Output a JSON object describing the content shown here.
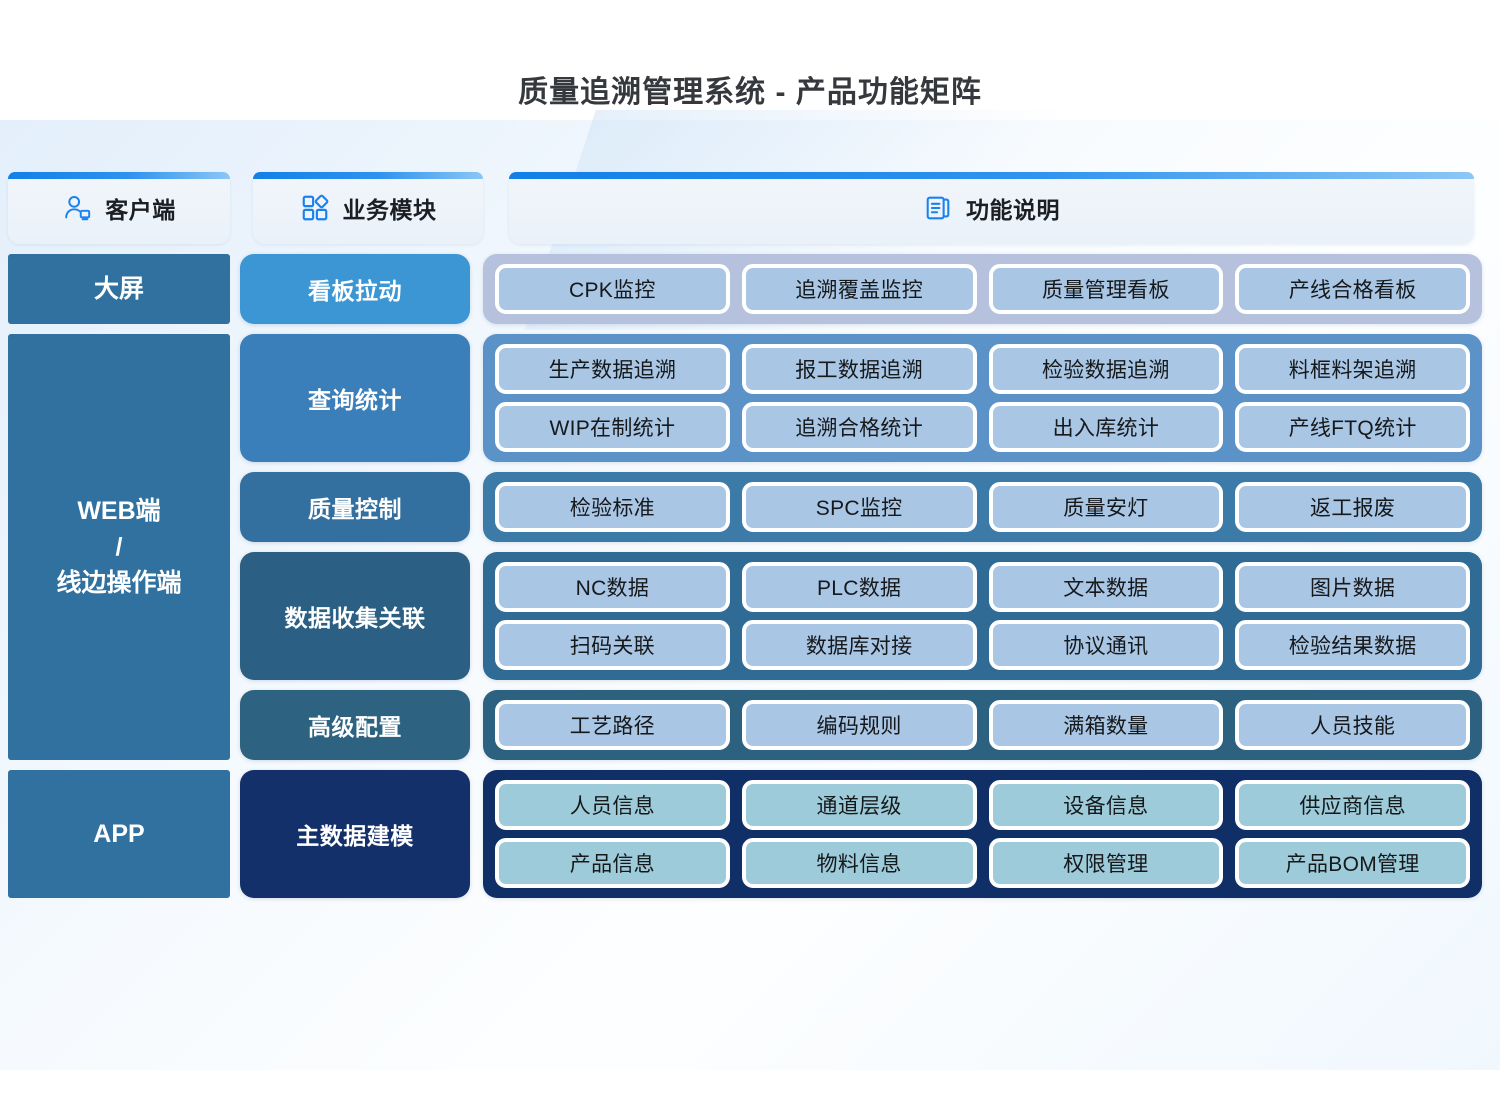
{
  "title": "质量追溯管理系统 - 产品功能矩阵",
  "headers": {
    "client": {
      "label": "客户端",
      "icon": "user-screen-icon"
    },
    "module": {
      "label": "业务模块",
      "icon": "grid-modules-icon"
    },
    "function": {
      "label": "功能说明",
      "icon": "document-pages-icon"
    }
  },
  "colors": {
    "accent": "#127fe8",
    "client_card": "#31719f",
    "header_bg": "#eef4fa",
    "chip_blue": "#a9c6e4",
    "chip_teal": "#9dcbd9",
    "title_text": "#35393d"
  },
  "clients": [
    {
      "label": "大屏"
    },
    {
      "label": "WEB端\n/\n线边操作端"
    },
    {
      "label": "APP"
    }
  ],
  "rows": [
    {
      "module": "看板拉动",
      "module_color": "#3c96d4",
      "row_color": "#b6c2dd",
      "chip_color": "#a9c6e4",
      "lines": [
        [
          "CPK监控",
          "追溯覆盖监控",
          "质量管理看板",
          "产线合格看板"
        ]
      ]
    },
    {
      "module": "查询统计",
      "module_color": "#3b7fba",
      "row_color": "#5b92c8",
      "chip_color": "#a9c6e4",
      "lines": [
        [
          "生产数据追溯",
          "报工数据追溯",
          "检验数据追溯",
          "料框料架追溯"
        ],
        [
          "WIP在制统计",
          "追溯合格统计",
          "出入库统计",
          "产线FTQ统计"
        ]
      ]
    },
    {
      "module": "质量控制",
      "module_color": "#33709f",
      "row_color": "#3c7aa8",
      "chip_color": "#a9c6e4",
      "lines": [
        [
          "检验标准",
          "SPC监控",
          "质量安灯",
          "返工报废"
        ]
      ]
    },
    {
      "module": "数据收集关联",
      "module_color": "#2b5f83",
      "row_color": "#2f6b94",
      "chip_color": "#a9c6e4",
      "lines": [
        [
          "NC数据",
          "PLC数据",
          "文本数据",
          "图片数据"
        ],
        [
          "扫码关联",
          "数据库对接",
          "协议通讯",
          "检验结果数据"
        ]
      ]
    },
    {
      "module": "高级配置",
      "module_color": "#2d6280",
      "row_color": "#2c6180",
      "chip_color": "#a9c6e4",
      "lines": [
        [
          "工艺路径",
          "编码规则",
          "满箱数量",
          "人员技能"
        ]
      ]
    },
    {
      "module": "主数据建模",
      "module_color": "#14306b",
      "row_color": "#102f67",
      "chip_color": "#9dcbd9",
      "lines": [
        [
          "人员信息",
          "通道层级",
          "设备信息",
          "供应商信息"
        ],
        [
          "产品信息",
          "物料信息",
          "权限管理",
          "产品BOM管理"
        ]
      ]
    }
  ]
}
